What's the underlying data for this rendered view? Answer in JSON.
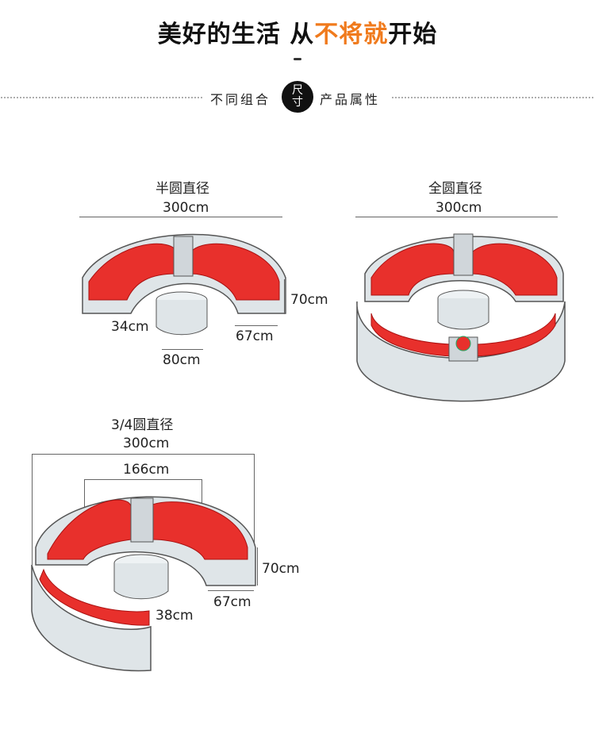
{
  "header": {
    "title_part1": "美好的生活 从",
    "title_accent": "不将就",
    "title_part2": "开始",
    "accent_color": "#f07a1c"
  },
  "section": {
    "left_label": "不同组合",
    "badge_line1": "尺",
    "badge_line2": "寸",
    "right_label": "产品属性"
  },
  "colors": {
    "cushion": "#e8302c",
    "frame": "#dfe5e8"
  },
  "diagrams": {
    "half": {
      "title": "半圆直径",
      "diameter": "300cm",
      "height": "70cm",
      "seat_depth": "34cm",
      "sofa_depth": "67cm",
      "table": "80cm"
    },
    "full": {
      "title": "全圆直径",
      "diameter": "300cm"
    },
    "three_quarter": {
      "title": "3/4圆直径",
      "diameter": "300cm",
      "inner": "166cm",
      "height": "70cm",
      "seat_depth": "38cm",
      "sofa_depth": "67cm"
    }
  }
}
